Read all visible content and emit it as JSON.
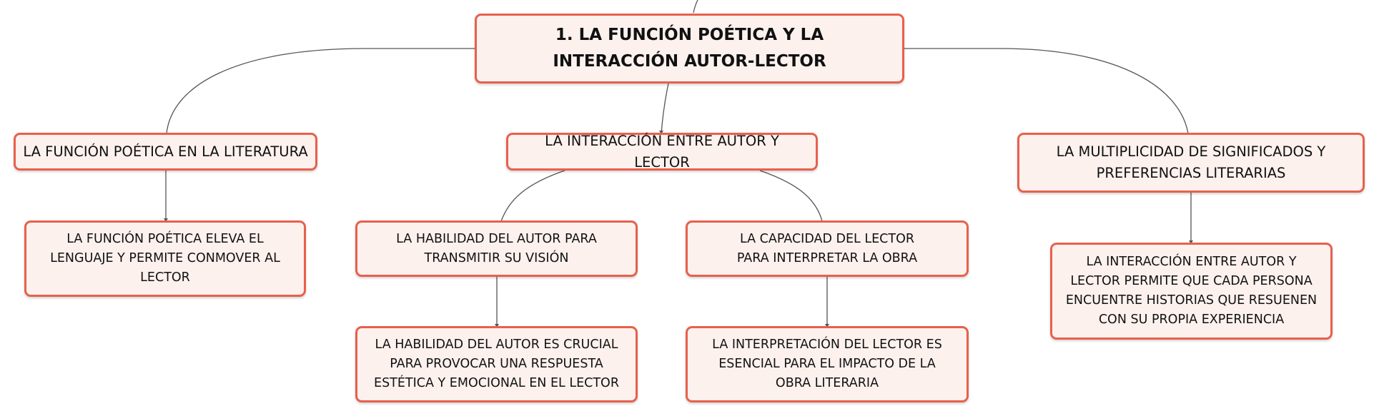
{
  "diagram": {
    "root": {
      "text": "1. LA FUNCIÓN POÉTICA Y LA INTERACCIÓN AUTOR-LECTOR"
    },
    "branches": [
      {
        "text": "LA FUNCIÓN POÉTICA EN LA LITERATURA",
        "children": [
          {
            "text": "LA FUNCIÓN POÉTICA ELEVA EL LENGUAJE Y PERMITE CONMOVER AL LECTOR"
          }
        ]
      },
      {
        "text": "LA INTERACCIÓN ENTRE AUTOR Y LECTOR",
        "children": [
          {
            "text": "LA HABILIDAD DEL AUTOR PARA TRANSMITIR SU VISIÓN",
            "children": [
              {
                "text": "LA HABILIDAD DEL AUTOR ES CRUCIAL PARA PROVOCAR UNA RESPUESTA ESTÉTICA Y EMOCIONAL EN EL LECTOR"
              }
            ]
          },
          {
            "text": "LA CAPACIDAD DEL LECTOR PARA INTERPRETAR LA OBRA",
            "children": [
              {
                "text": "LA INTERPRETACIÓN DEL LECTOR ES ESENCIAL PARA EL IMPACTO DE LA OBRA LITERARIA"
              }
            ]
          }
        ]
      },
      {
        "text": "LA MULTIPLICIDAD DE SIGNIFICADOS Y PREFERENCIAS LITERARIAS",
        "children": [
          {
            "text": "LA INTERACCIÓN ENTRE AUTOR Y LECTOR PERMITE QUE CADA PERSONA ENCUENTRE HISTORIAS QUE RESUENEN CON SU PROPIA EXPERIENCIA"
          }
        ]
      }
    ],
    "colors": {
      "node_border": "#e8604c",
      "node_fill": "#fdf1ee",
      "connector": "#555555",
      "text": "#111111"
    }
  }
}
